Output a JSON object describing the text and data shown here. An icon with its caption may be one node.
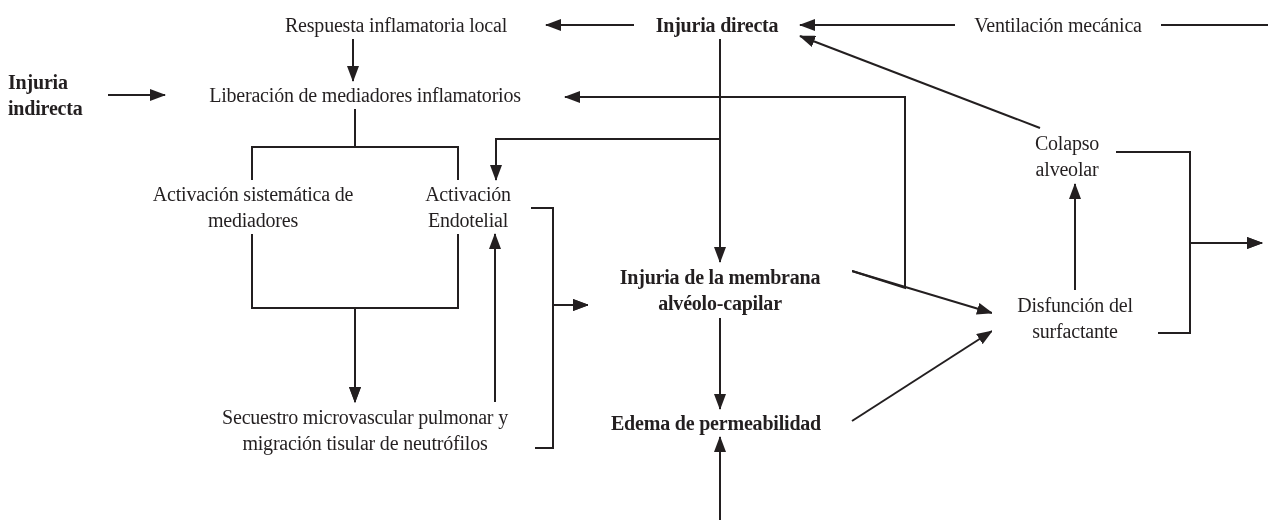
{
  "diagram": {
    "nodes": [
      {
        "text": [
          "Respuesta inflamatoria local"
        ]
      },
      {
        "text": [
          "Injuria directa"
        ]
      },
      {
        "text": [
          "Ventilación mecánica"
        ]
      },
      {
        "text": [
          "Injuria indirecta"
        ]
      },
      {
        "text": [
          "Liberación de mediadores inflamatorios"
        ]
      },
      {
        "text": [
          "Activación sistemática de mediadores"
        ]
      },
      {
        "text": [
          "Activación Endotelial"
        ]
      },
      {
        "text": [
          "Injuria de la membrana alvéolo-capilar"
        ]
      },
      {
        "text": [
          "Colapso alveolar"
        ]
      },
      {
        "text": [
          "Disfunción del surfactante"
        ]
      },
      {
        "text": [
          "Secuestro microvascular pulmonar y migración tisular de neutrófilos"
        ]
      },
      {
        "text": [
          "Edema de permeabilidad"
        ]
      }
    ],
    "edges": [
      {
        "from": 1,
        "to": 0,
        "arrow": "to"
      },
      {
        "from": 2,
        "to": 1,
        "arrow": "to"
      },
      {
        "from": 2,
        "to": null,
        "arrow": "none"
      },
      {
        "from": 0,
        "to": 4,
        "arrow": "to"
      },
      {
        "from": 3,
        "to": 4,
        "arrow": "to"
      },
      {
        "from": 4,
        "to": 5,
        "arrow": "none"
      },
      {
        "from": 4,
        "to": 6,
        "arrow": "none"
      },
      {
        "from": 1,
        "to": 7,
        "arrow": "to"
      },
      {
        "from": 1,
        "to": 6,
        "arrow": "to"
      },
      {
        "from": 7,
        "to": 4,
        "arrow": "to"
      },
      {
        "from": 7,
        "to": 9,
        "arrow": "to"
      },
      {
        "from": 5,
        "to": 10,
        "arrow": "to"
      },
      {
        "from": 6,
        "to": 10,
        "arrow": "to"
      },
      {
        "from": 10,
        "to": 6,
        "arrow": "to"
      },
      {
        "from": 6,
        "to": 7,
        "arrow": "to"
      },
      {
        "from": 10,
        "to": 7,
        "arrow": "to"
      },
      {
        "from": 7,
        "to": 11,
        "arrow": "to"
      },
      {
        "from": null,
        "to": 11,
        "arrow": "to"
      },
      {
        "from": 11,
        "to": 9,
        "arrow": "to"
      },
      {
        "from": 9,
        "to": 8,
        "arrow": "to"
      },
      {
        "from": 8,
        "to": 1,
        "arrow": "to"
      },
      {
        "from": 8,
        "to": null,
        "arrow": "to"
      },
      {
        "from": 9,
        "to": null,
        "arrow": "to"
      }
    ]
  }
}
